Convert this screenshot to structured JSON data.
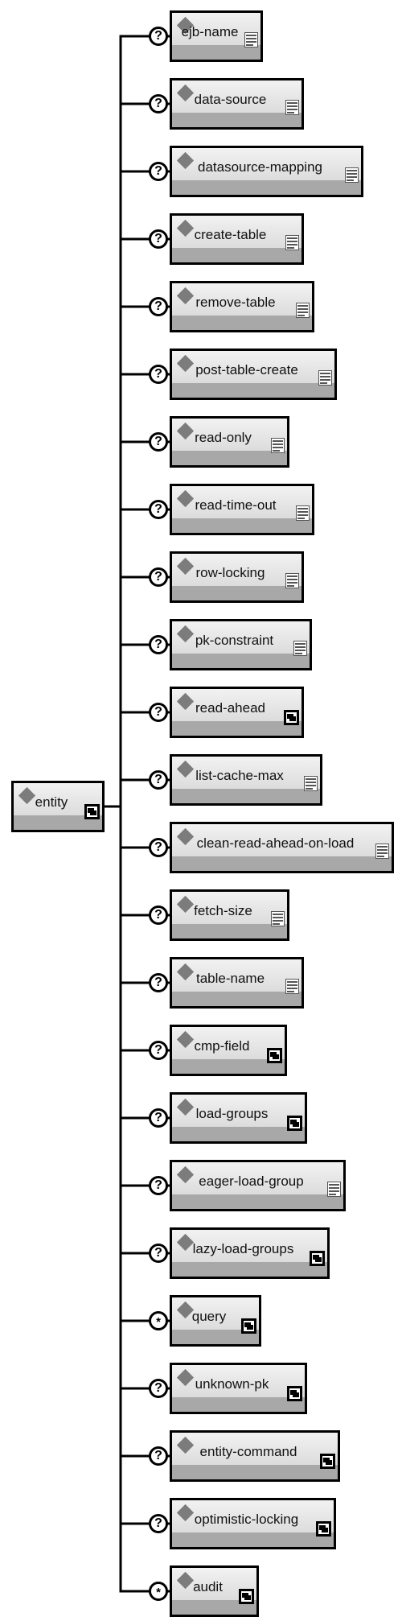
{
  "root": {
    "label": "entity",
    "icon": "complex-type-icon"
  },
  "children": [
    {
      "label": "ejb-name",
      "card": "?",
      "icon": "text-content-icon"
    },
    {
      "label": "data-source",
      "card": "?",
      "icon": "text-content-icon"
    },
    {
      "label": "datasource-mapping",
      "card": "?",
      "icon": "text-content-icon"
    },
    {
      "label": "create-table",
      "card": "?",
      "icon": "text-content-icon"
    },
    {
      "label": "remove-table",
      "card": "?",
      "icon": "text-content-icon"
    },
    {
      "label": "post-table-create",
      "card": "?",
      "icon": "text-content-icon"
    },
    {
      "label": "read-only",
      "card": "?",
      "icon": "text-content-icon"
    },
    {
      "label": "read-time-out",
      "card": "?",
      "icon": "text-content-icon"
    },
    {
      "label": "row-locking",
      "card": "?",
      "icon": "text-content-icon"
    },
    {
      "label": "pk-constraint",
      "card": "?",
      "icon": "text-content-icon"
    },
    {
      "label": "read-ahead",
      "card": "?",
      "icon": "complex-type-icon"
    },
    {
      "label": "list-cache-max",
      "card": "?",
      "icon": "text-content-icon"
    },
    {
      "label": "clean-read-ahead-on-load",
      "card": "?",
      "icon": "text-content-icon"
    },
    {
      "label": "fetch-size",
      "card": "?",
      "icon": "text-content-icon"
    },
    {
      "label": "table-name",
      "card": "?",
      "icon": "text-content-icon"
    },
    {
      "label": "cmp-field",
      "card": "?",
      "icon": "complex-type-icon"
    },
    {
      "label": "load-groups",
      "card": "?",
      "icon": "complex-type-icon"
    },
    {
      "label": "eager-load-group",
      "card": "?",
      "icon": "text-content-icon"
    },
    {
      "label": "lazy-load-groups",
      "card": "?",
      "icon": "complex-type-icon"
    },
    {
      "label": "query",
      "card": "*",
      "icon": "complex-type-icon"
    },
    {
      "label": "unknown-pk",
      "card": "?",
      "icon": "complex-type-icon"
    },
    {
      "label": "entity-command",
      "card": "?",
      "icon": "complex-type-icon"
    },
    {
      "label": "optimistic-locking",
      "card": "?",
      "icon": "complex-type-icon"
    },
    {
      "label": "audit",
      "card": "*",
      "icon": "complex-type-icon"
    }
  ]
}
